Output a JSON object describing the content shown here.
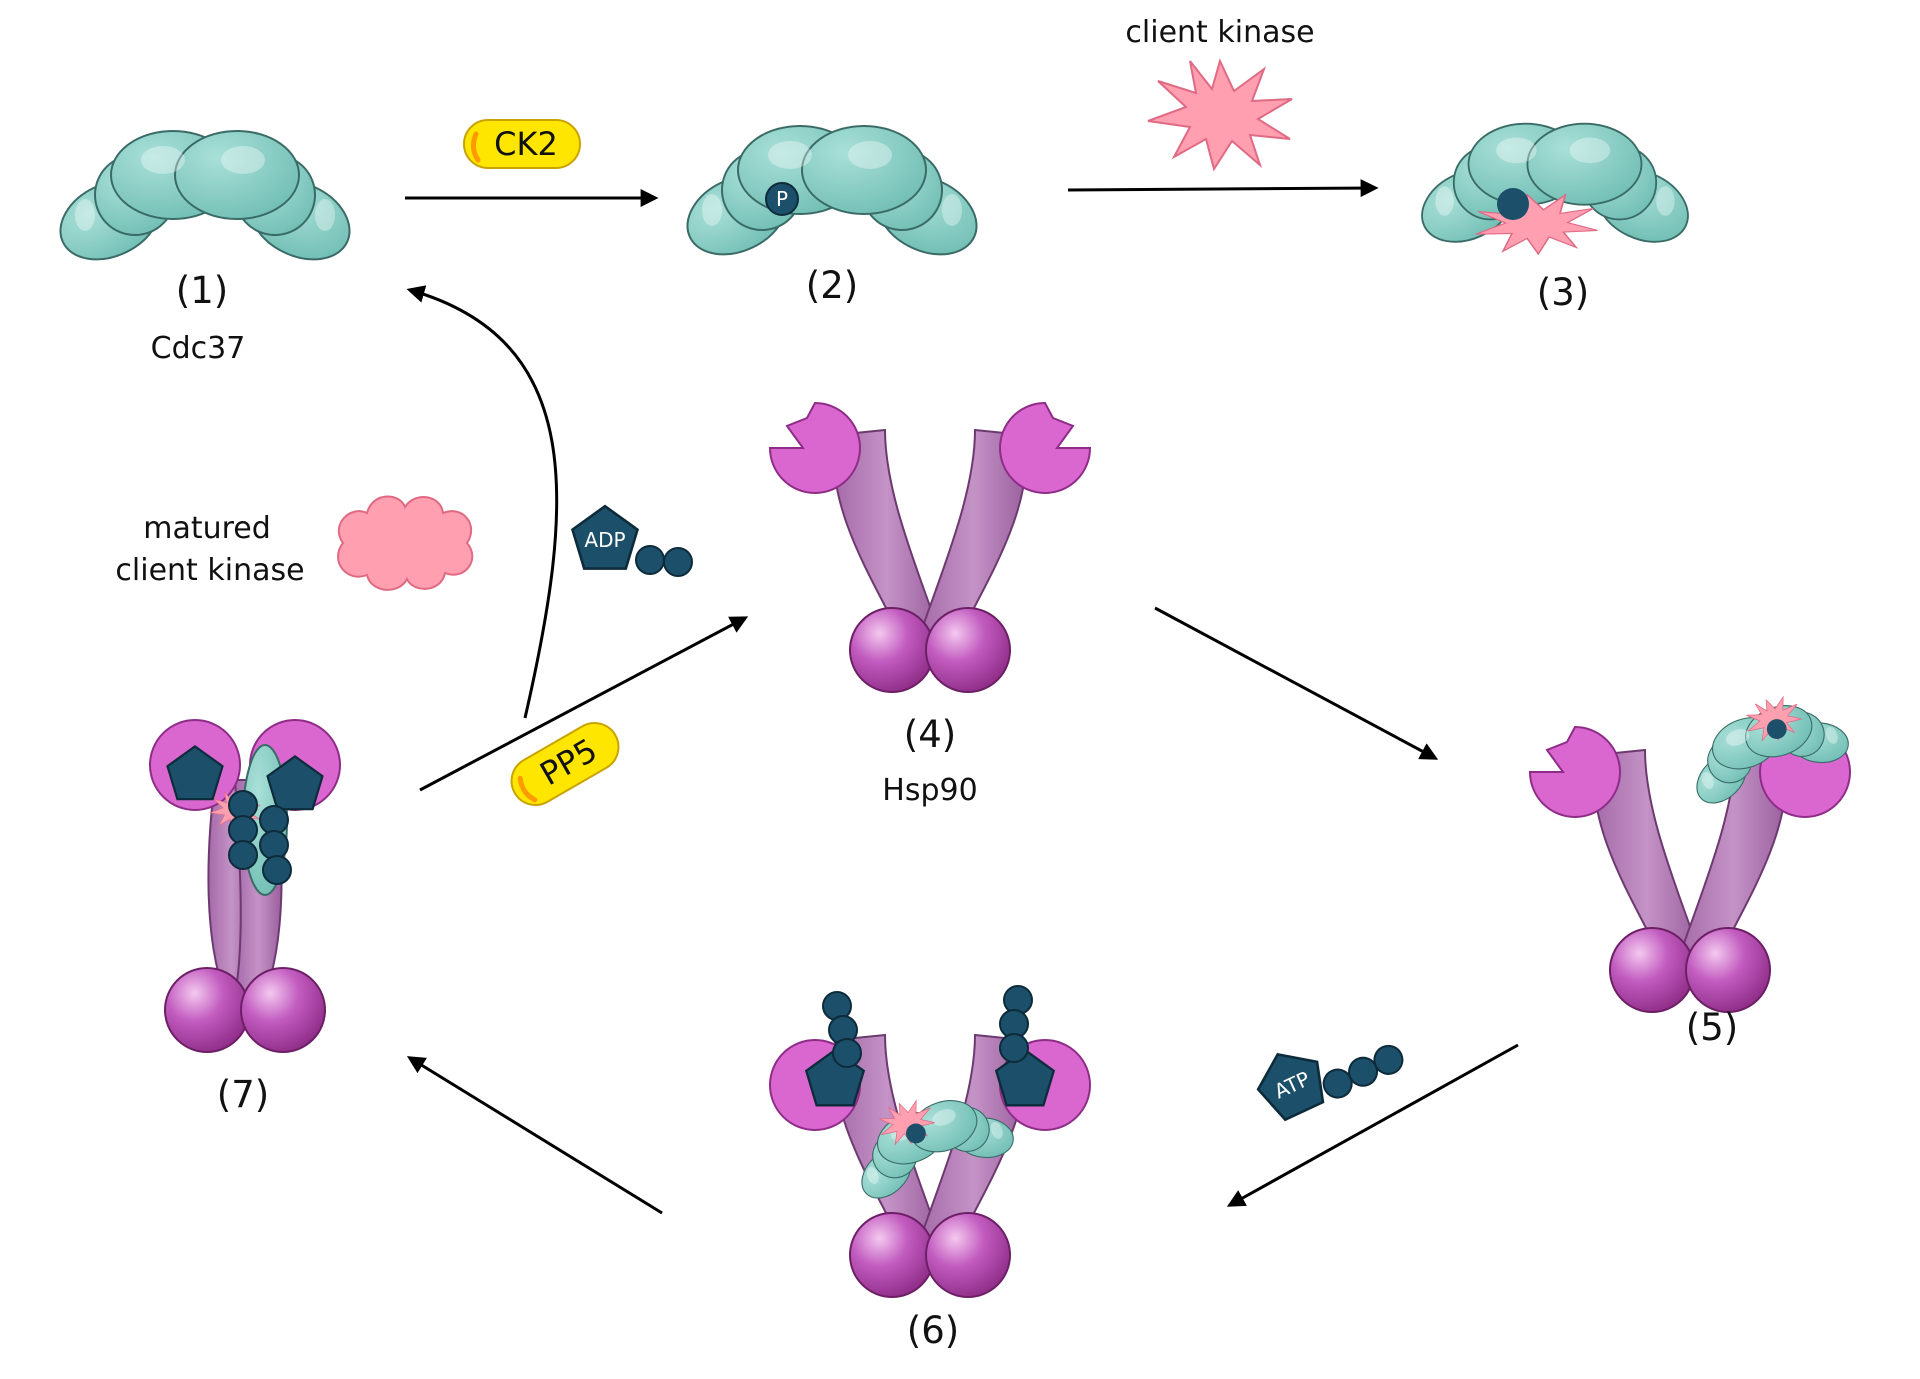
{
  "labels": {
    "state1": "(1)",
    "cdc37": "Cdc37",
    "state2": "(2)",
    "state3": "(3)",
    "state4": "(4)",
    "hsp90": "Hsp90",
    "state5": "(5)",
    "state6": "(6)",
    "state7": "(7)",
    "client_kinase": "client kinase",
    "matured_line1": "matured",
    "matured_line2": "client kinase"
  },
  "enzymes": {
    "ck2": "CK2",
    "pp5": "PP5"
  },
  "nucleotides": {
    "adp": "ADP",
    "atp": "ATP"
  },
  "phospho": "P",
  "colors": {
    "cdc37_teal": "#7fc9c0",
    "hsp90_purple": "#b07ab3",
    "hsp90_magenta": "#d967cf",
    "kinase_pink": "#ff9fb0",
    "nucleotide_navy": "#1c4f6a",
    "enzyme_yellow": "#ffe600"
  }
}
